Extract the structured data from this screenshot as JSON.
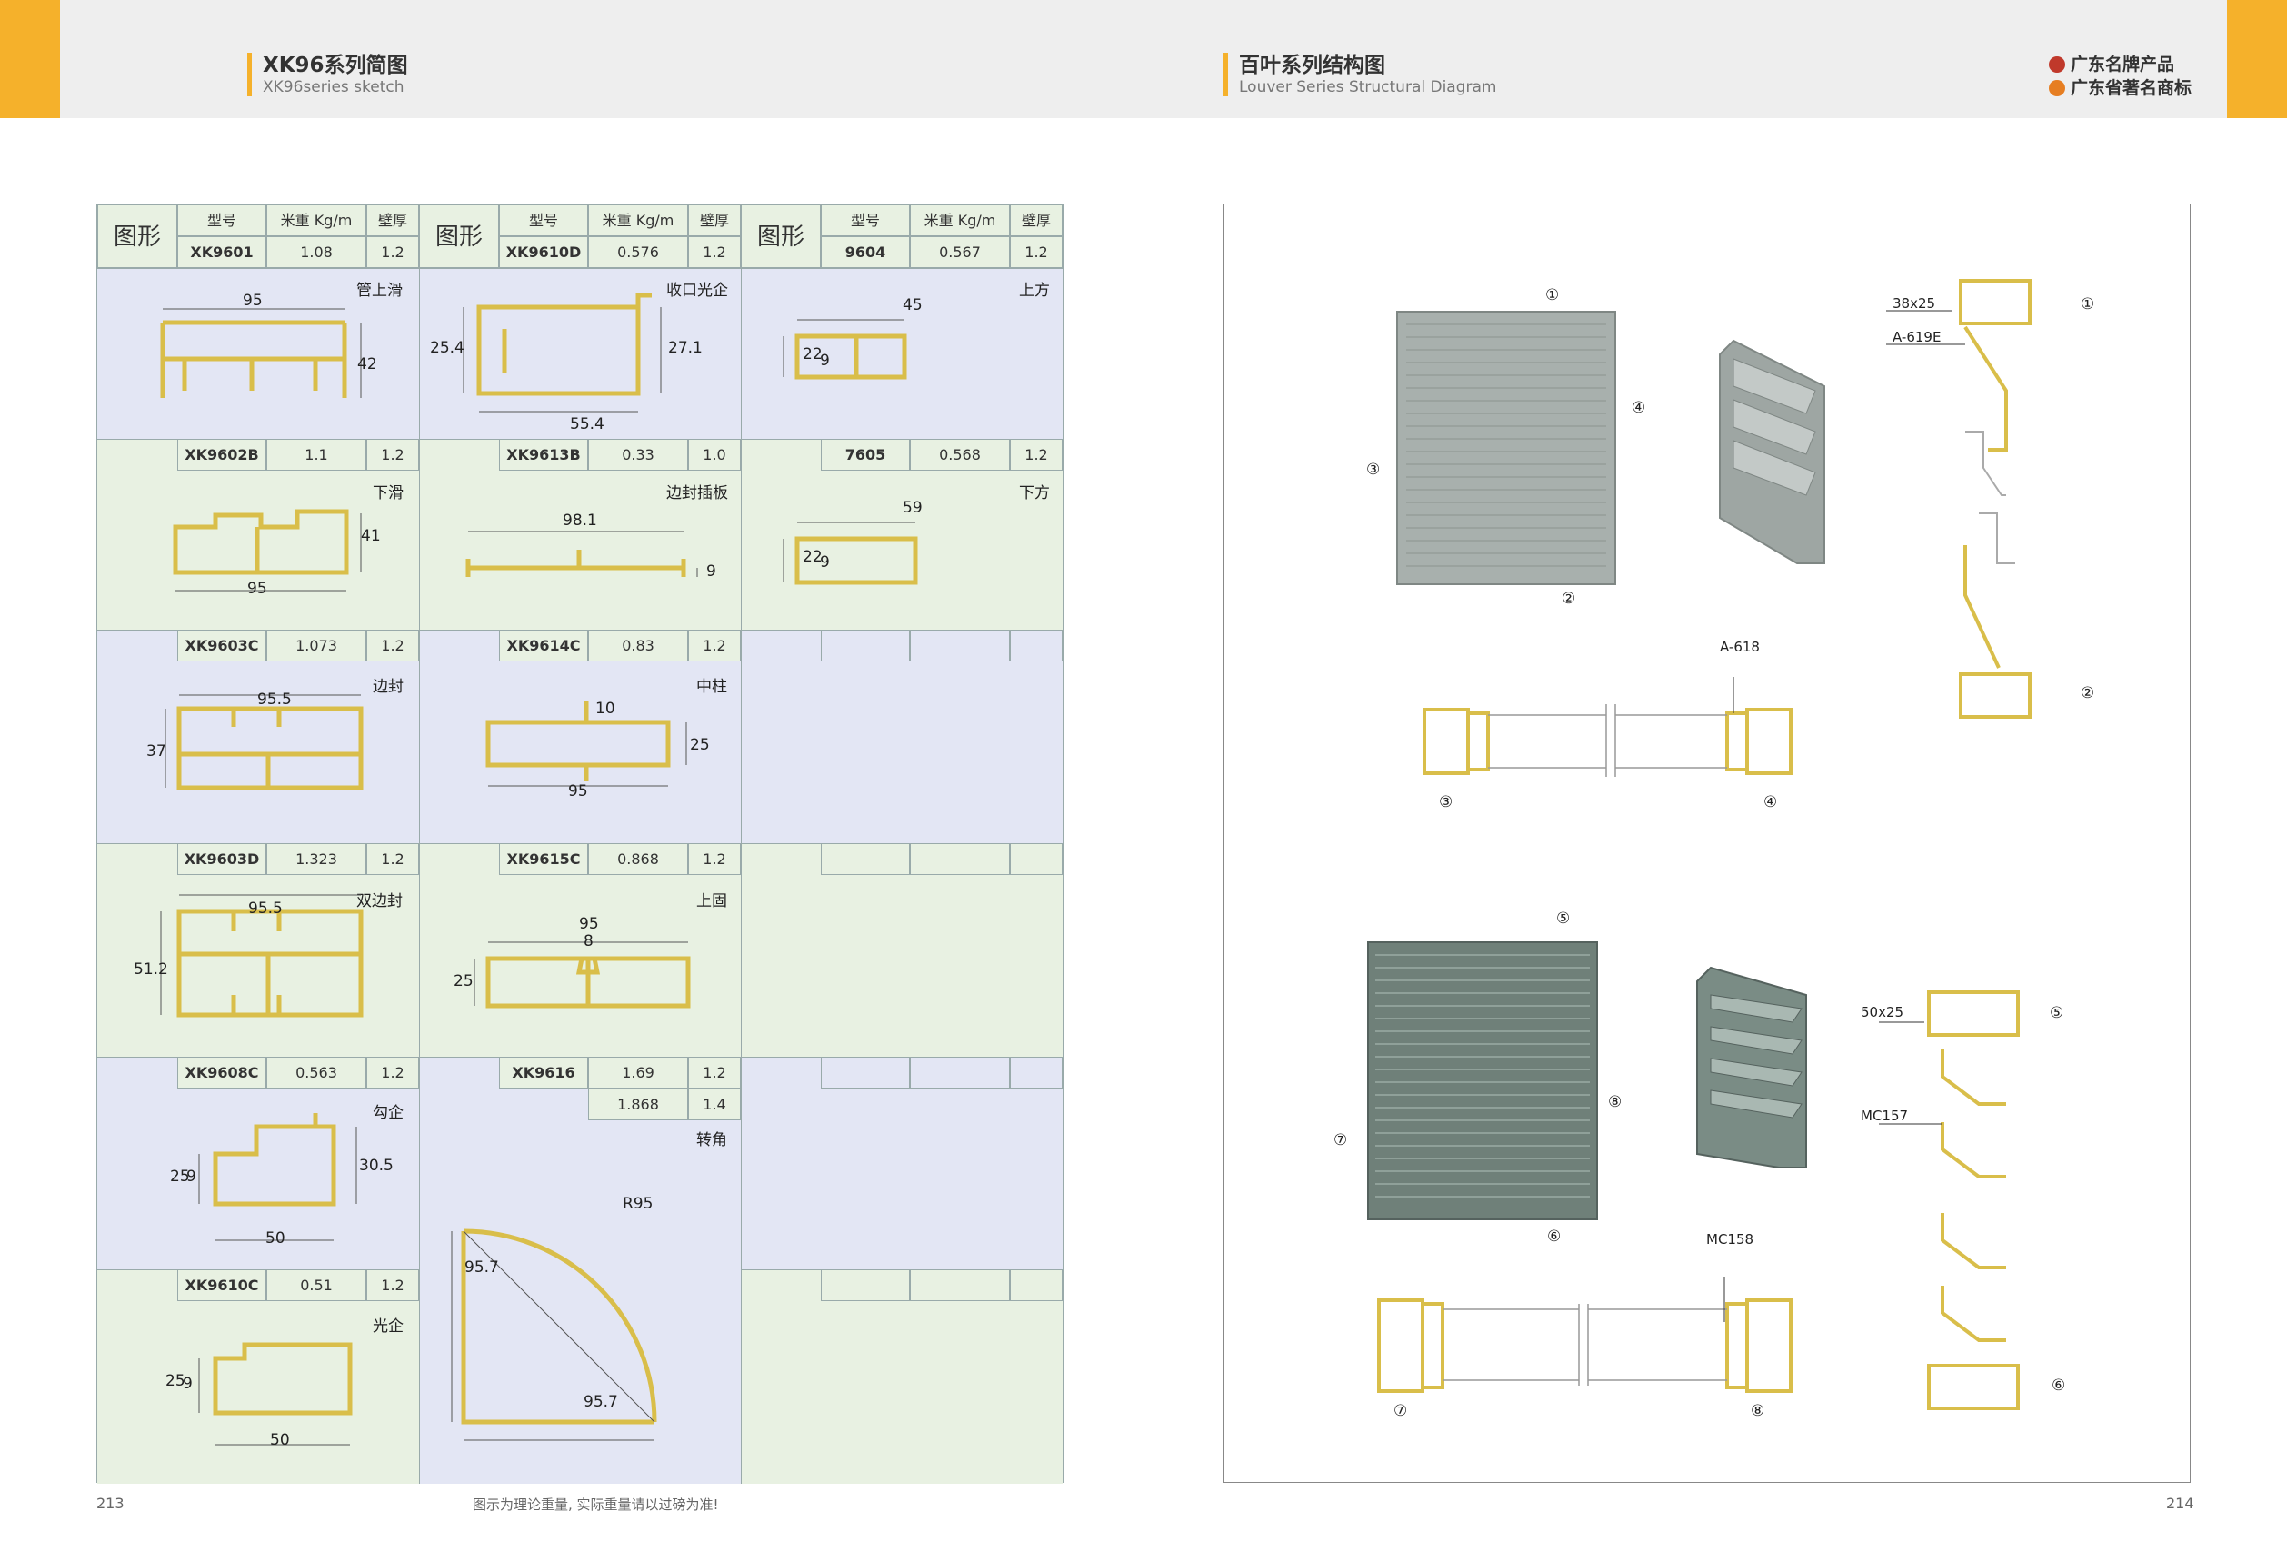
{
  "header": {
    "left_title_cn": "XK96系列简图",
    "left_title_en": "XK96series sketch",
    "right_title_cn": "百叶系列结构图",
    "right_title_en": "Louver Series Structural Diagram",
    "brand_line1": "广东名牌产品",
    "brand_line2": "广东省著名商标"
  },
  "table": {
    "col_headers": {
      "shape": "图形",
      "model": "型号",
      "weight": "米重 Kg/m",
      "thickness": "壁厚"
    },
    "col1": [
      {
        "model": "XK9601",
        "weight": "1.08",
        "thickness": "1.2",
        "name": "管上滑",
        "dims": [
          "95",
          "42"
        ]
      },
      {
        "model": "XK9602B",
        "weight": "1.1",
        "thickness": "1.2",
        "name": "下滑",
        "dims": [
          "41",
          "95"
        ]
      },
      {
        "model": "XK9603C",
        "weight": "1.073",
        "thickness": "1.2",
        "name": "边封",
        "dims": [
          "95.5",
          "37"
        ]
      },
      {
        "model": "XK9603D",
        "weight": "1.323",
        "thickness": "1.2",
        "name": "双边封",
        "dims": [
          "95.5",
          "51.2"
        ]
      },
      {
        "model": "XK9608C",
        "weight": "0.563",
        "thickness": "1.2",
        "name": "勾企",
        "dims": [
          "25",
          "9",
          "30.5",
          "50"
        ]
      },
      {
        "model": "XK9610C",
        "weight": "0.51",
        "thickness": "1.2",
        "name": "光企",
        "dims": [
          "25",
          "9",
          "50"
        ]
      }
    ],
    "col2": [
      {
        "model": "XK9610D",
        "weight": "0.576",
        "thickness": "1.2",
        "name": "收口光企",
        "dims": [
          "25.4",
          "27.1",
          "55.4"
        ]
      },
      {
        "model": "XK9613B",
        "weight": "0.33",
        "thickness": "1.0",
        "name": "边封插板",
        "dims": [
          "98.1",
          "9"
        ]
      },
      {
        "model": "XK9614C",
        "weight": "0.83",
        "thickness": "1.2",
        "name": "中柱",
        "dims": [
          "10",
          "25",
          "95"
        ]
      },
      {
        "model": "XK9615C",
        "weight": "0.868",
        "thickness": "1.2",
        "name": "上固",
        "dims": [
          "95",
          "8",
          "25"
        ]
      },
      {
        "model": "XK9616",
        "weight": "1.69",
        "thickness": "1.2",
        "weight2": "1.868",
        "thickness2": "1.4",
        "name": "转角",
        "dims": [
          "R95",
          "95.7",
          "95.7"
        ]
      }
    ],
    "col3": [
      {
        "model": "9604",
        "weight": "0.567",
        "thickness": "1.2",
        "name": "上方",
        "dims": [
          "45",
          "22",
          "9"
        ]
      },
      {
        "model": "7605",
        "weight": "0.568",
        "thickness": "1.2",
        "name": "下方",
        "dims": [
          "59",
          "22",
          "9"
        ]
      }
    ]
  },
  "diagram": {
    "markers": [
      "①",
      "②",
      "③",
      "④",
      "⑤",
      "⑥",
      "⑦",
      "⑧"
    ],
    "labels": {
      "a": "38x25",
      "b": "A-619E",
      "c": "A-618",
      "d": "50x25",
      "e": "MC157",
      "f": "MC158"
    }
  },
  "footer": {
    "page_left": "213",
    "page_right": "214",
    "note": "图示为理论重量, 实际重量请以过磅为准!"
  },
  "colors": {
    "accent": "#f5b12b",
    "profile": "#d9be4a",
    "cell_blue": "#e3e6f4",
    "cell_green": "#e8f1e2"
  }
}
